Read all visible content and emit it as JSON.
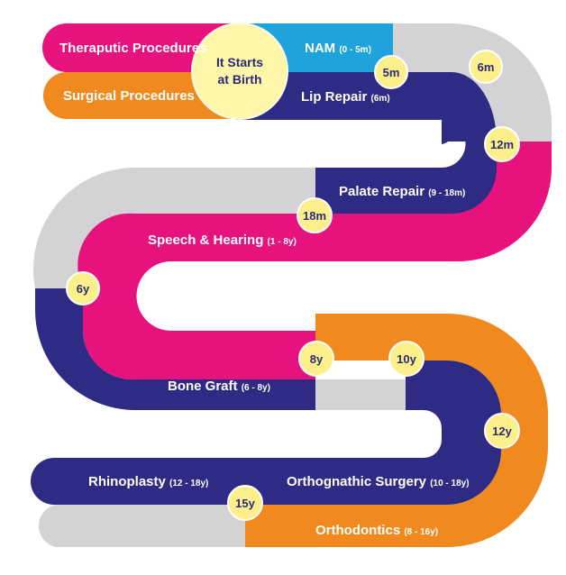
{
  "center": {
    "line1": "It Starts",
    "line2": "at Birth"
  },
  "categories": {
    "therapeutic": "Theraputic Procedures",
    "surgical": "Surgical Procedures"
  },
  "stages": {
    "nam": {
      "name": "NAM",
      "range": "(0 - 5m)"
    },
    "lip": {
      "name": "Lip Repair",
      "range": "(6m)"
    },
    "palate": {
      "name": "Palate Repair",
      "range": "(9 - 18m)"
    },
    "speech": {
      "name": "Speech & Hearing",
      "range": "(1 - 8y)"
    },
    "bone": {
      "name": "Bone Graft",
      "range": "(6 - 8y)"
    },
    "rhino": {
      "name": "Rhinoplasty",
      "range": "(12 - 18y)"
    },
    "ortho_surg": {
      "name": "Orthognathic Surgery",
      "range": "(10 - 18y)"
    },
    "orthodontics": {
      "name": "Orthodontics",
      "range": "(8 - 16y)"
    }
  },
  "milestones": {
    "m5": "5m",
    "m6": "6m",
    "m12": "12m",
    "m18": "18m",
    "y6": "6y",
    "y8": "8y",
    "y10": "10y",
    "y12": "12y",
    "y15": "15y"
  },
  "colors": {
    "magenta": "#e6137e",
    "orange": "#f08a1e",
    "blue": "#1fa3dc",
    "navy": "#2e2b85",
    "gray": "#d3d3d6",
    "yellow_circle": "#fdf08a",
    "center_circle": "#fef6a8"
  }
}
